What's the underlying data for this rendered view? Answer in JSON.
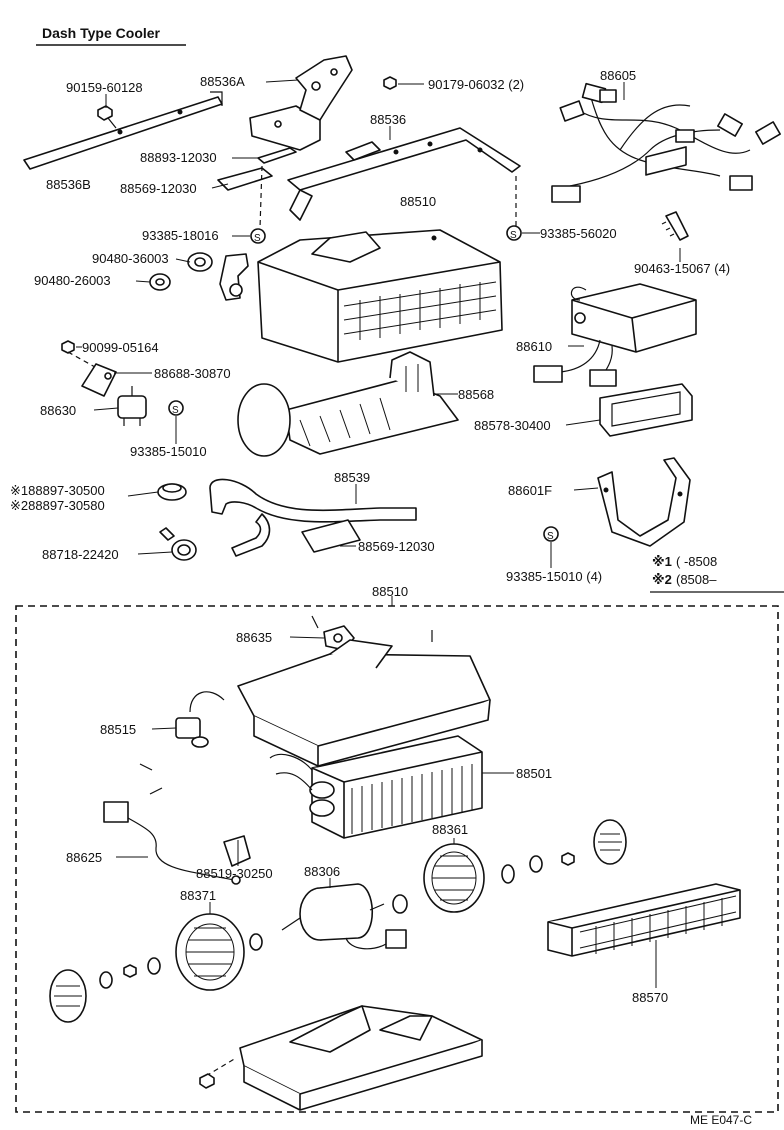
{
  "title": "Dash Type Cooler",
  "footer_code": "ME  E047-C",
  "legend": {
    "row1_mark": "※1",
    "row1_text": "(      -8508",
    "row2_mark": "※2",
    "row2_text": "(8508–"
  },
  "labels": {
    "p90159": "90159-60128",
    "p88536A": "88536A",
    "p90179": "90179-06032 (2)",
    "p88605": "88605",
    "p88536": "88536",
    "p88893": "88893-12030",
    "p88536B": "88536B",
    "p88569a": "88569-12030",
    "p88510": "88510",
    "p93385a": "93385-18016",
    "p93385b": "93385-56020",
    "p90480a": "90480-36003",
    "p90480b": "90480-26003",
    "p90463": "90463-15067 (4)",
    "p90099": "90099-05164",
    "p88610": "88610",
    "p88688": "88688-30870",
    "p88568": "88568",
    "p88630": "88630",
    "p88578": "88578-30400",
    "p93385c": "93385-15010",
    "p88897a": "※188897-30500",
    "p88897b": "※288897-30580",
    "p88539": "88539",
    "p88601F": "88601F",
    "p88569b": "88569-12030",
    "p88718": "88718-22420",
    "p93385d": "93385-15010 (4)",
    "p88510b": "88510",
    "p88635": "88635",
    "p88515": "88515",
    "p88501": "88501",
    "p88519": "88519-30250",
    "p88361": "88361",
    "p88625": "88625",
    "p88306": "88306",
    "p88371": "88371",
    "p88570": "88570"
  }
}
